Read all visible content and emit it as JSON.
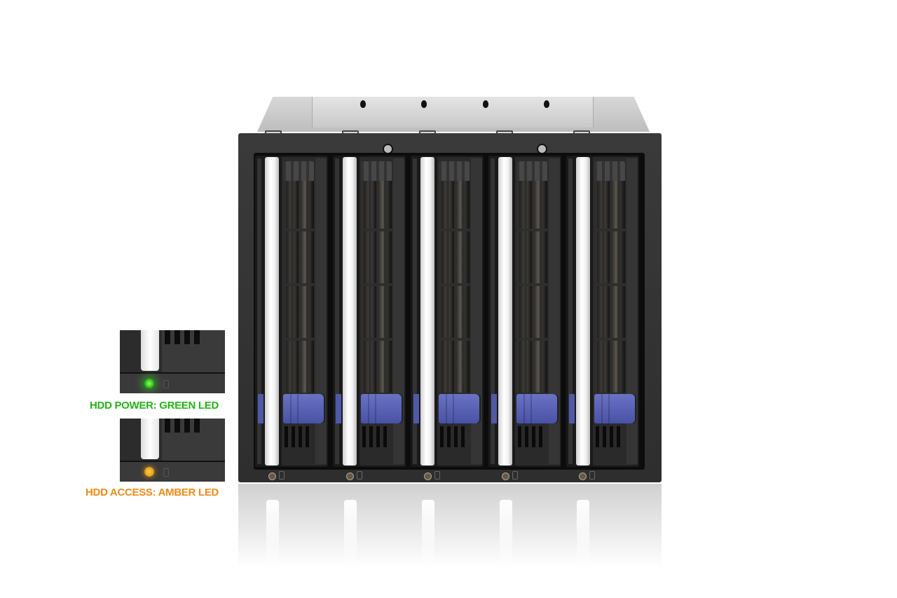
{
  "product": {
    "name": "5-bay hot-swap HDD cage",
    "bay_count": 5,
    "bezel_color": "#2e2e2e",
    "latch_color": "#5058a8"
  },
  "callouts": [
    {
      "label": "HDD POWER: GREEN LED",
      "led_color": "#22c21a",
      "text_color": "#22b514"
    },
    {
      "label": "HDD ACCESS: AMBER LED",
      "led_color": "#e8a010",
      "text_color": "#f08a14"
    }
  ]
}
